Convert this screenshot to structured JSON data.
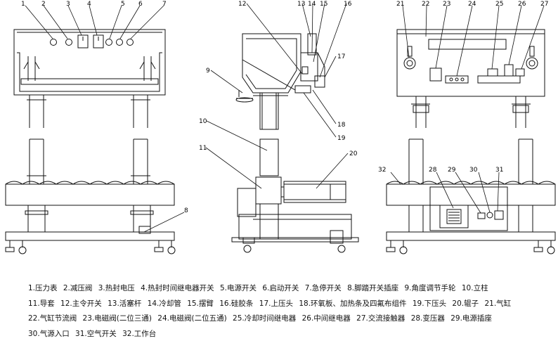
{
  "callouts": [
    "1",
    "2",
    "3",
    "4",
    "5",
    "6",
    "7",
    "8",
    "9",
    "10",
    "11",
    "12",
    "13",
    "14",
    "15",
    "16",
    "17",
    "18",
    "19",
    "20",
    "21",
    "22",
    "23",
    "24",
    "25",
    "26",
    "27",
    "28",
    "29",
    "30",
    "31",
    "32"
  ],
  "legend": {
    "lines": [
      [
        "1.压力表",
        "2.减压阀",
        "3.热封电压",
        "4.热封时间继电器开关",
        "5.电源开关",
        "6.启动开关",
        "7.急停开关",
        "8.脚踏开关插座",
        "9.角度调节手轮",
        "10.立柱"
      ],
      [
        "11.导套",
        "12.主令开关",
        "13.活塞杆",
        "14.冷却管",
        "15.摆臂",
        "16.硅胶条",
        "17.上压头",
        "18.环氧板、加热条及四氟布组件",
        "19.下压头",
        "20.辊子",
        "21.气缸"
      ],
      [
        "22.气缸节流阀",
        "23.电磁阀(二位三通)",
        "24.电磁阀(二位五通)",
        "25.冷却时间继电器",
        "26.中间继电器",
        "27.交流接触器",
        "28.变压器",
        "29.电源插座"
      ],
      [
        "30.气源入口",
        "31.空气开关",
        "32.工作台"
      ]
    ]
  }
}
